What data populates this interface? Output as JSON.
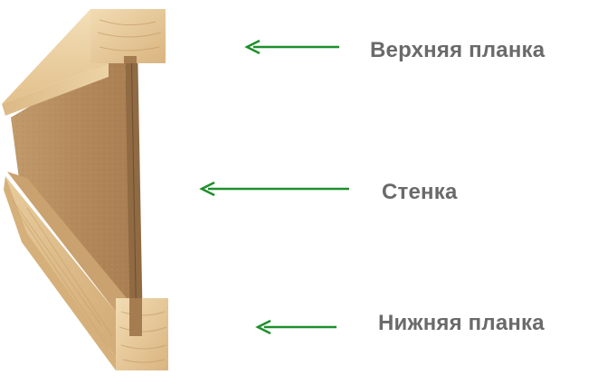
{
  "labels": {
    "top_flange": "Верхняя планка",
    "web": "Стенка",
    "bottom_flange": "Нижняя планка"
  },
  "colors": {
    "arrow": "#1e8f2a",
    "label_text": "#6a6a6a",
    "wood_light": "#e9cfa0",
    "wood_mid": "#d8b27c",
    "wood_dark": "#b98c58",
    "osb_web": "#b48a5c"
  }
}
